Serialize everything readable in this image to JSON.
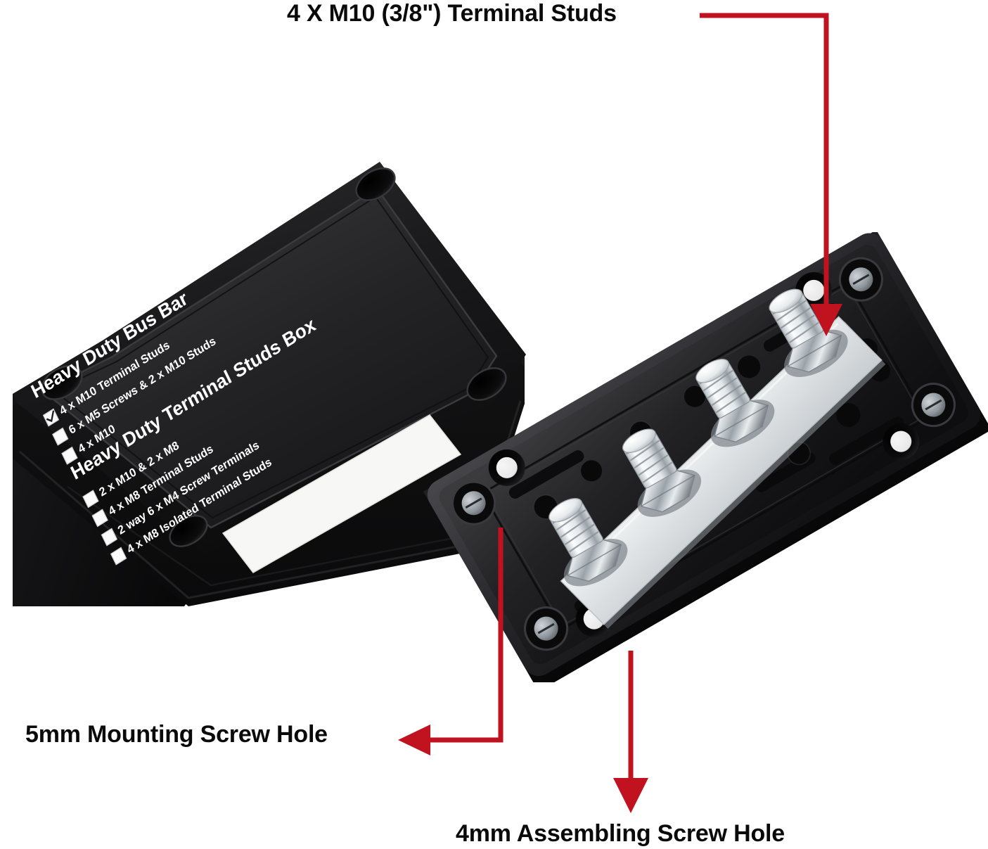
{
  "scene": {
    "background_color": "#ffffff",
    "arrow_color": "#c1121f",
    "text_color": "#0a0a0a",
    "body_color": "#141414",
    "metal_color": "#d9dde0"
  },
  "callouts": {
    "top": {
      "text": "4 X M10 (3/8\") Terminal Studs",
      "target": "terminal-stud"
    },
    "left": {
      "text": "5mm Mounting Screw Hole",
      "target": "mounting-hole"
    },
    "bottom": {
      "text": "4mm Assembling Screw Hole",
      "target": "assembling-hole"
    }
  },
  "left_product": {
    "name": "Heavy Duty Terminal Studs Box (assembled, lid up)",
    "label": {
      "sections": [
        {
          "title": "Heavy Duty Bus Bar",
          "options": [
            {
              "text": "4 x M10 Terminal Studs",
              "checked": true
            },
            {
              "text": "6 x M5 Screws & 2 x M10 Studs",
              "checked": false
            },
            {
              "text": "4 x M10",
              "checked": false
            }
          ]
        },
        {
          "title": "Heavy Duty Terminal Studs Box",
          "options": [
            {
              "text": "2 x M10 & 2 x M8",
              "checked": false
            },
            {
              "text": "4 x M8 Terminal Studs",
              "checked": false
            },
            {
              "text": "2 way 6 x M4 Screw Terminals",
              "checked": false
            },
            {
              "text": "4 x M8 Isolated Terminal Studs",
              "checked": false
            }
          ]
        }
      ]
    }
  },
  "right_product": {
    "name": "Base plate with bus bar and 4 terminal studs",
    "stud_count": 4,
    "stud_size": "M10",
    "mounting_holes": 4,
    "assembling_holes": 4
  }
}
